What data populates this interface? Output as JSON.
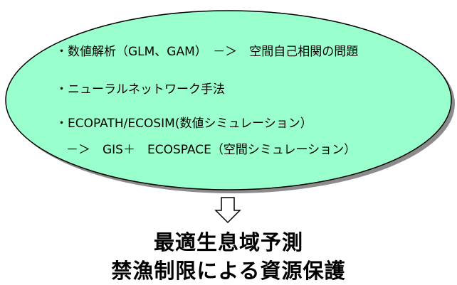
{
  "bubble": {
    "fill_color": "#99ffcc",
    "lines": [
      "・数値解析（GLM、GAM）　－＞　空間自己相関の問題",
      "・ニューラルネットワーク手法",
      "・ECOPATH/ECOSIM(数値シミュレーション）",
      "－＞　GIS＋　ECOSPACE（空間シミュレーション）"
    ]
  },
  "arrow": {
    "icon": "hollow-down-arrow-icon",
    "color": "#ffffff"
  },
  "outcomes": [
    "最適生息域予測",
    "禁漁制限による資源保護"
  ]
}
